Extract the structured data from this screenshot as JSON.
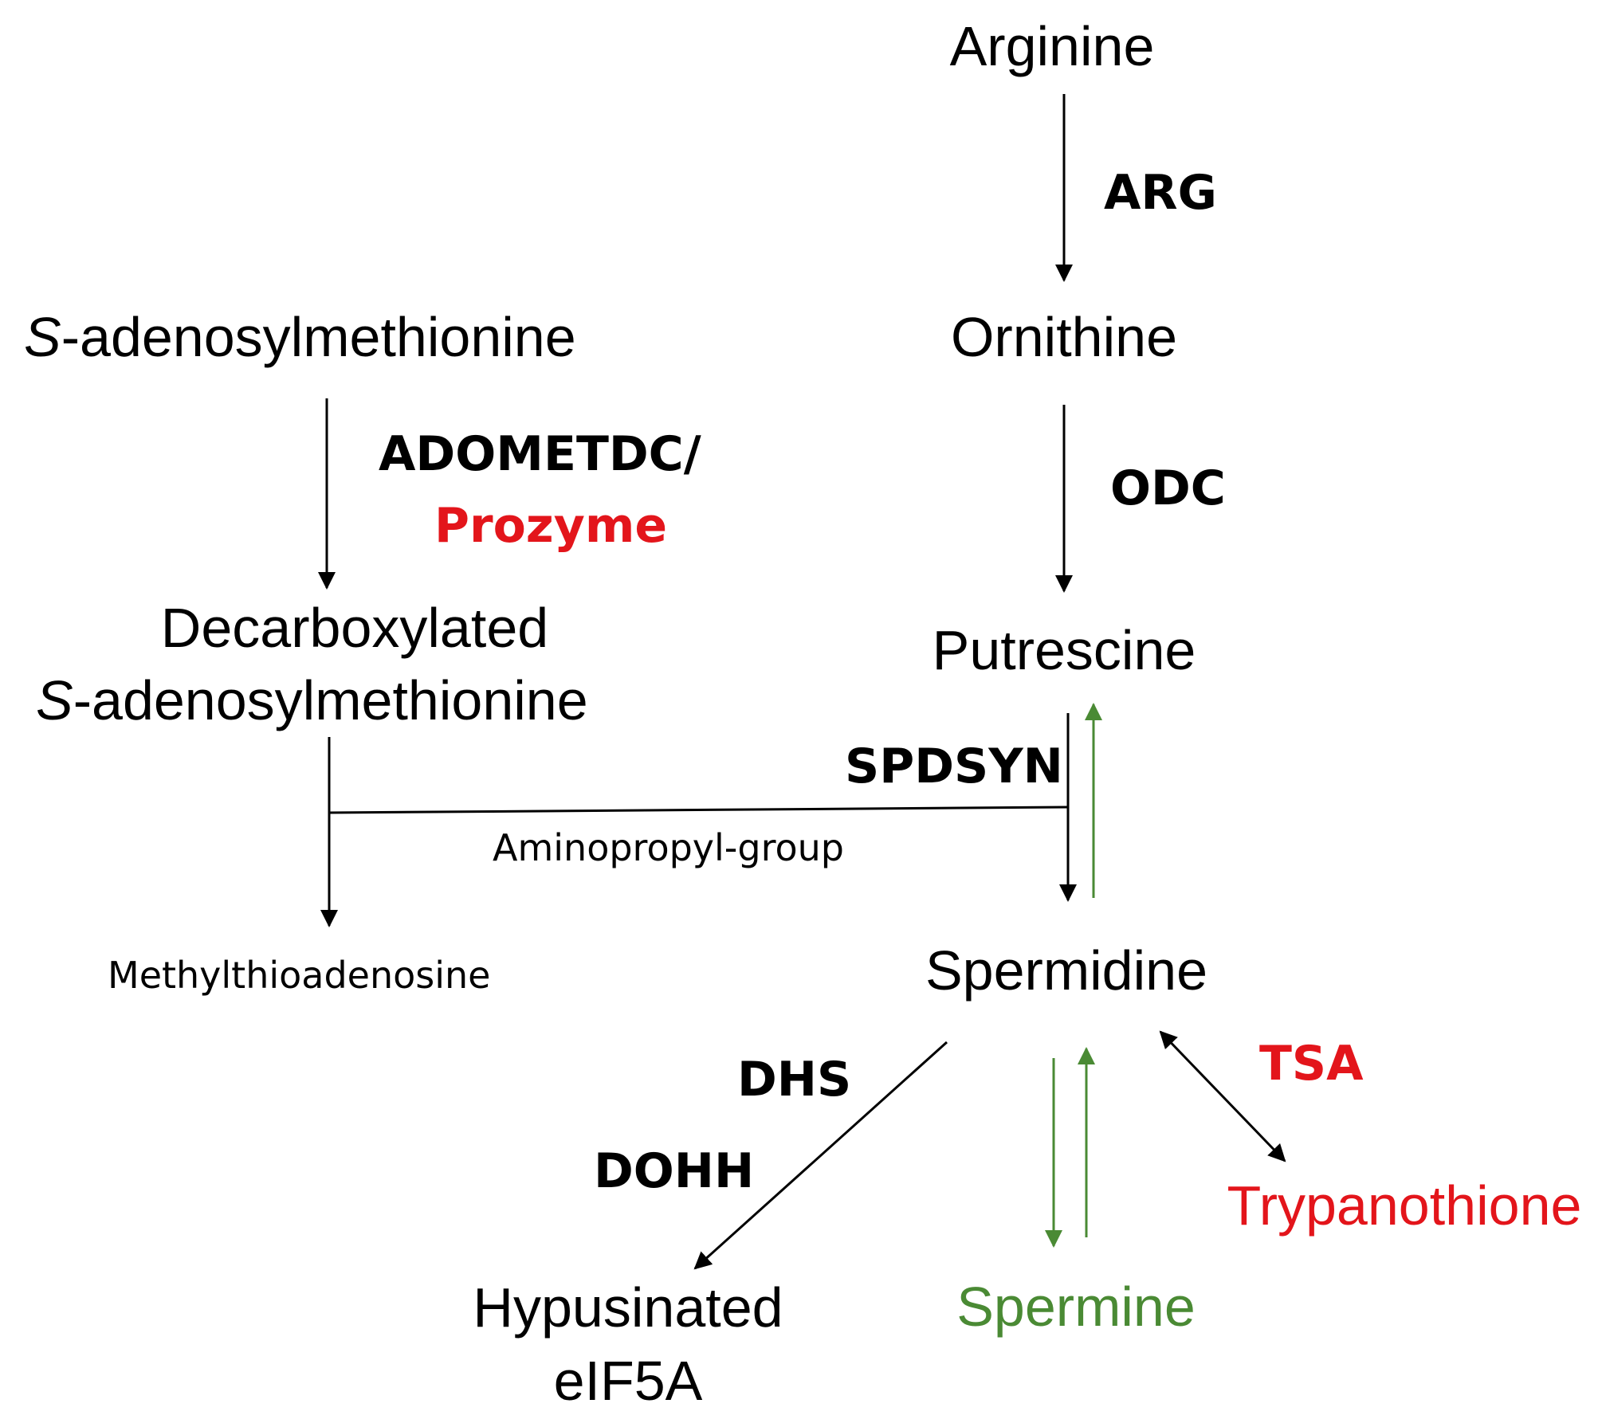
{
  "colors": {
    "black": "#000000",
    "red": "#e3151b",
    "green": "#4a8a34"
  },
  "nodes": {
    "arginine": "Arginine",
    "ornithine": "Ornithine",
    "putrescine": "Putrescine",
    "spermidine": "Spermidine",
    "spermine": "Spermine",
    "trypanothione": "Trypanothione",
    "sam_prefix": "S",
    "sam_rest": "-adenosylmethionine",
    "dcsam_line1": "Decarboxylated",
    "dcsam_prefix": "S",
    "dcsam_rest": "-adenosylmethionine",
    "mta": "Methylthioadenosine",
    "eif5a_line1": "Hypusinated",
    "eif5a_line2": "eIF5A"
  },
  "enzymes": {
    "arg": "ARG",
    "odc": "ODC",
    "adometdc": "ADOMETDC/",
    "prozyme": "Prozyme",
    "spdsyn": "SPDSYN",
    "dhs": "DHS",
    "dohh": "DOHH",
    "tsa": "TSA"
  },
  "labels": {
    "aminopropyl": "Aminopropyl-group"
  }
}
